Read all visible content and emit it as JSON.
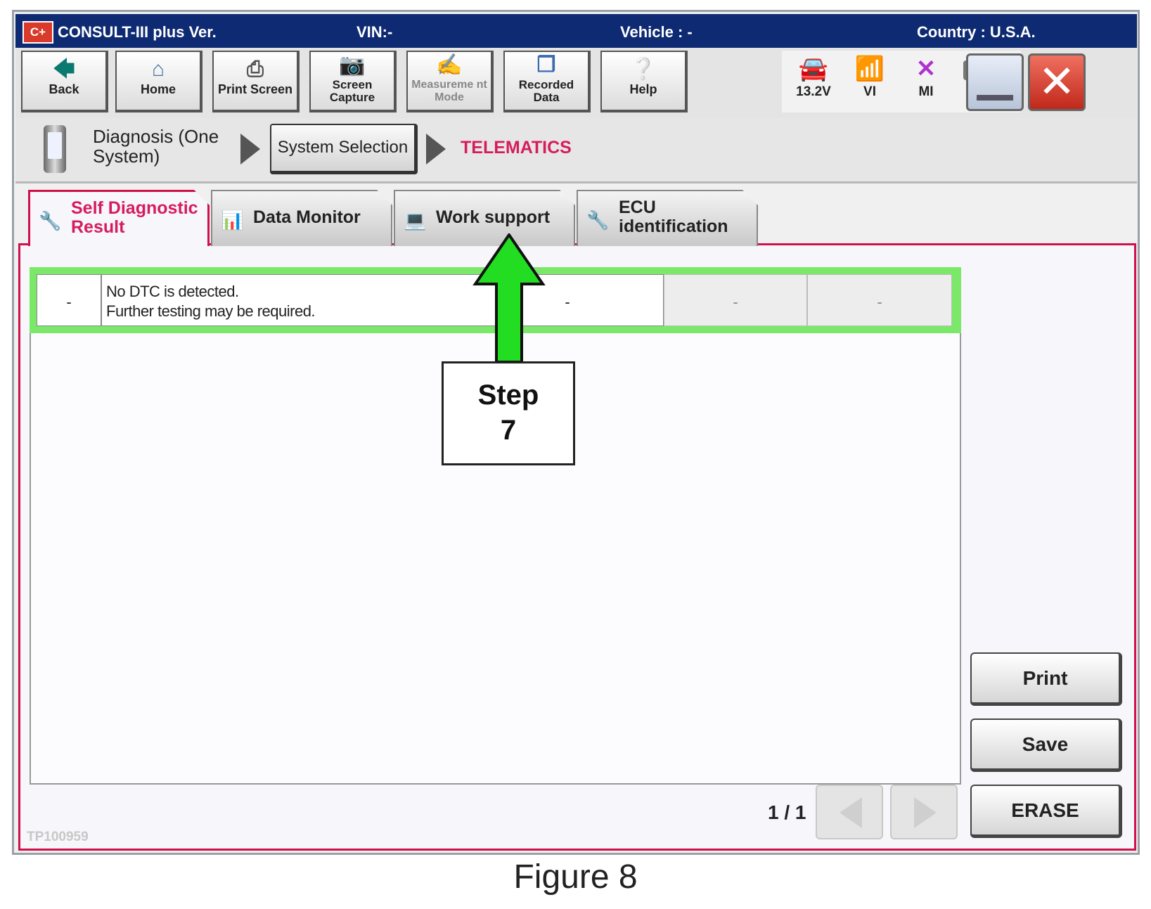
{
  "titlebar": {
    "logo": "C+",
    "app": "CONSULT-III plus  Ver.",
    "vin": "VIN:-",
    "vehicle": "Vehicle : -",
    "country": "Country : U.S.A."
  },
  "toolbar": {
    "back": "Back",
    "home": "Home",
    "print_screen": "Print Screen",
    "screen_capture": "Screen Capture",
    "measurement_mode": "Measureme nt Mode",
    "recorded_data": "Recorded Data",
    "help": "Help"
  },
  "status": {
    "voltage": "13.2V",
    "vi": "VI",
    "mi": "MI"
  },
  "breadcrumb": {
    "diagnosis": "Diagnosis (One System)",
    "system_selection": "System Selection",
    "current": "TELEMATICS"
  },
  "tabs": [
    {
      "label": "Self Diagnostic Result",
      "active": true
    },
    {
      "label": "Data Monitor",
      "active": false
    },
    {
      "label": "Work support",
      "active": false
    },
    {
      "label": "ECU identification",
      "active": false
    }
  ],
  "dtc_row": {
    "code": "-",
    "message_line1": "No DTC is detected.",
    "message_line2": "Further testing may be required.",
    "col3": "-",
    "col4": "-",
    "col5": "-"
  },
  "side_buttons": {
    "print": "Print",
    "save": "Save",
    "erase": "ERASE"
  },
  "pager": {
    "text": "1 / 1"
  },
  "footer_id": "TP100959",
  "callout": {
    "line1": "Step",
    "line2": "7"
  },
  "caption": "Figure 8",
  "colors": {
    "title_bg": "#0e2a73",
    "accent": "#d61d5c",
    "dtc_highlight": "#7ce86a",
    "arrow": "#22dd22"
  }
}
